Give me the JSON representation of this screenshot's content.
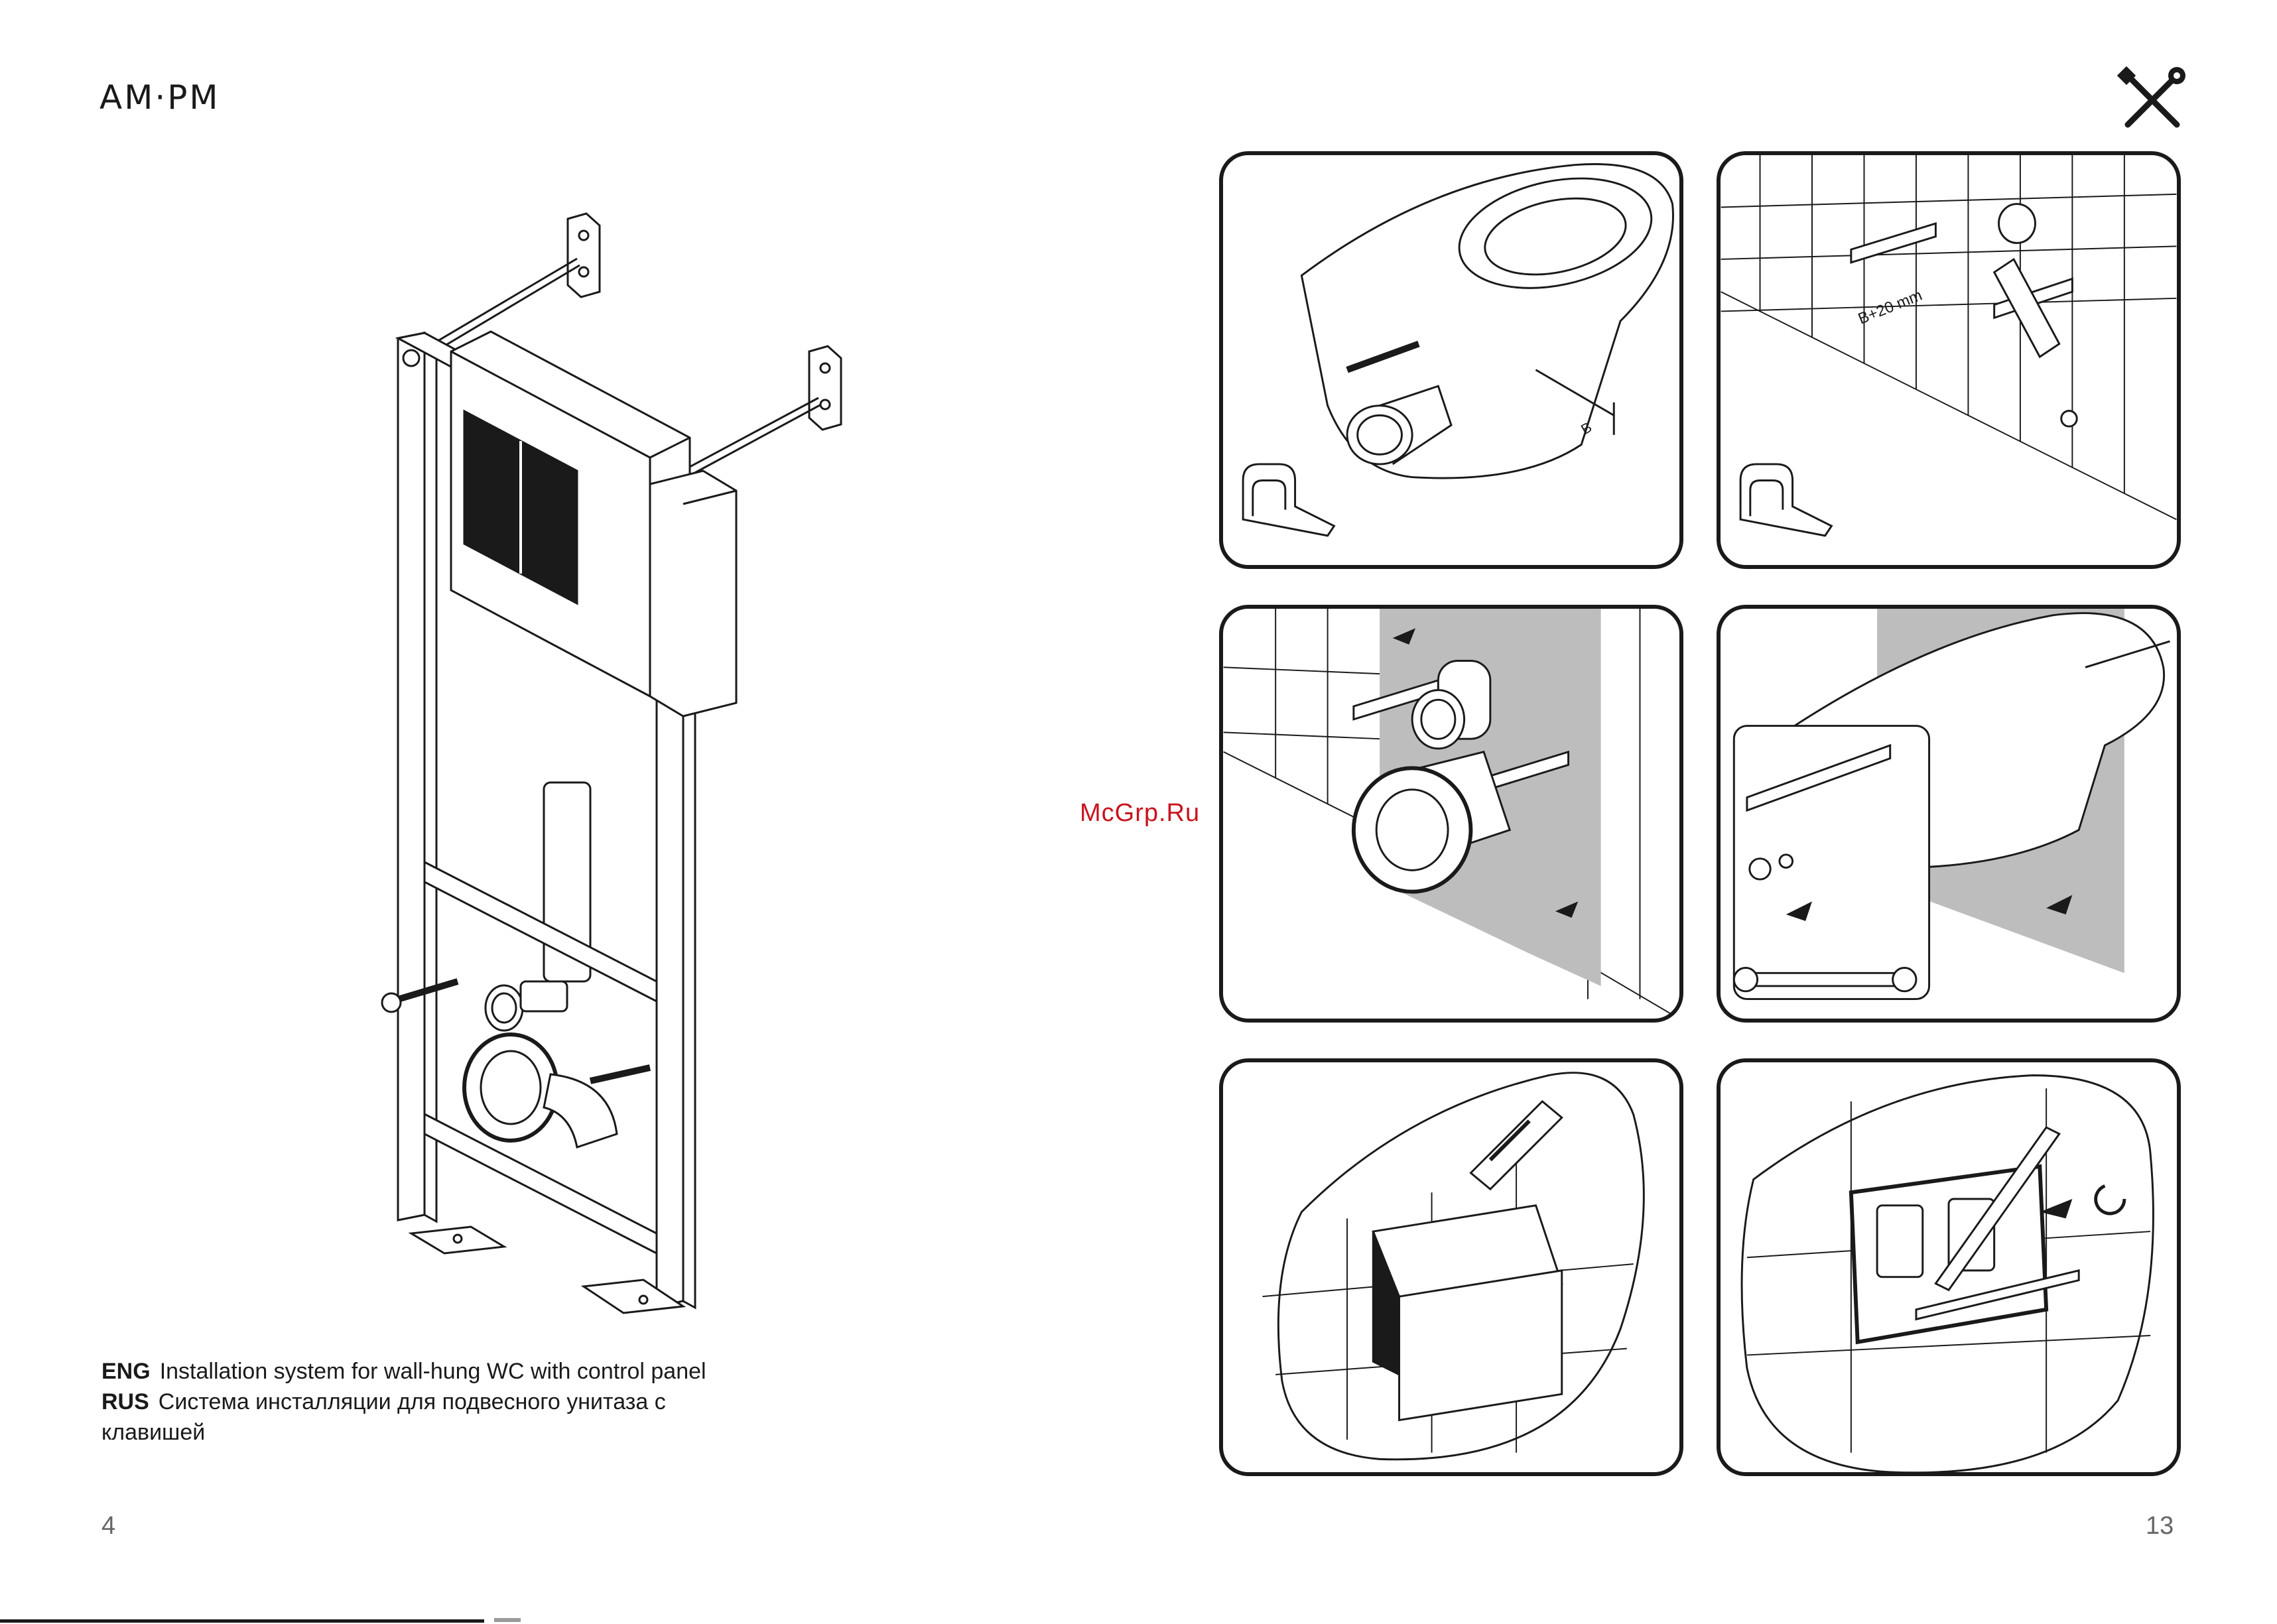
{
  "brand": {
    "logo_text": "AM·PM"
  },
  "caption": {
    "eng_lang": "ENG",
    "eng_text": "Installation system for wall-hung WC with control panel",
    "rus_lang": "RUS",
    "rus_text": "Система инсталляции для подвесного унитаза с клавишей"
  },
  "watermark": "McGrp.Ru",
  "pages": {
    "left": "4",
    "right": "13"
  },
  "panels": {
    "p1": {
      "dim_label": "B"
    },
    "p2": {
      "dim_label": "B+20 mm"
    }
  },
  "icons": {
    "tools": "wrench-screwdriver-icon",
    "tape": "tape-measure-icon",
    "spanner": "spanner-icon"
  },
  "colors": {
    "ink": "#1a1a1a",
    "shade": "#bdbdbd",
    "watermark": "#c8141e"
  }
}
